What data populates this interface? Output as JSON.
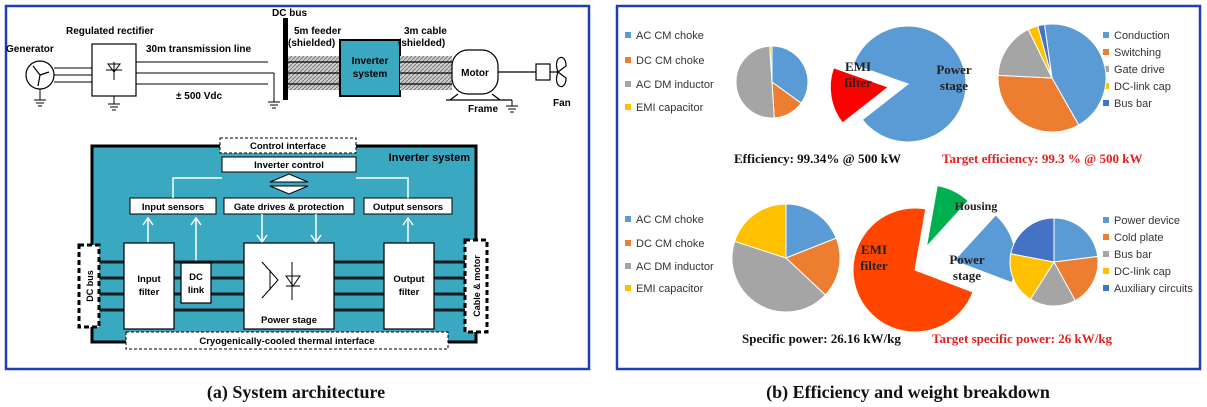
{
  "panel_a": {
    "caption": "(a) System architecture",
    "top": {
      "generator": "Generator",
      "rectifier": "Regulated rectifier",
      "transmission_line": "30m transmission line",
      "voltage": "± 500 Vdc",
      "dc_bus": "DC bus",
      "feeder_line1": "5m feeder",
      "feeder_line2": "(shielded)",
      "cable_line1": "3m cable",
      "cable_line2": "(shielded)",
      "inverter_line1": "Inverter",
      "inverter_line2": "system",
      "motor": "Motor",
      "frame": "Frame",
      "fan": "Fan"
    },
    "inverter": {
      "title": "Inverter system",
      "control_interface": "Control interface",
      "inverter_control": "Inverter control",
      "input_sensors": "Input sensors",
      "gate_drives": "Gate drives & protection",
      "output_sensors": "Output sensors",
      "input_filter_line1": "Input",
      "input_filter_line2": "filter",
      "dc_link_line1": "DC",
      "dc_link_line2": "link",
      "power_stage": "Power stage",
      "output_filter_line1": "Output",
      "output_filter_line2": "filter",
      "dc_bus_side": "DC bus",
      "cable_motor_side": "Cable & motor",
      "thermal_interface": "Cryogenically-cooled thermal interface"
    }
  },
  "panel_b": {
    "caption": "(b) Efficiency and weight breakdown",
    "colors": {
      "blue": "#5b9bd5",
      "orange": "#ed7d31",
      "gray": "#a5a5a5",
      "yellow": "#ffc000",
      "darkblue": "#4472c4",
      "red": "#ff0000",
      "green": "#00b050",
      "orange_red": "#ff4500"
    },
    "efficiency_text": "Efficiency: 99.34% @ 500 kW",
    "target_efficiency_text": "Target efficiency: 99.3 % @ 500 kW",
    "specific_power_text": "Specific power: 26.16 kW/kg",
    "target_specific_power_text": "Target specific power: 26 kW/kg",
    "emi_line1": "EMI",
    "emi_line2": "filter",
    "power_line1": "Power",
    "power_line2": "stage",
    "housing": "Housing"
  },
  "chart_data": [
    {
      "type": "pie",
      "name": "loss_emi_filter",
      "categories": [
        "AC CM choke",
        "DC CM choke",
        "AC DM inductor",
        "EMI capacitor"
      ],
      "values": [
        35,
        14,
        50,
        1
      ],
      "colors": [
        "#5b9bd5",
        "#ed7d31",
        "#a5a5a5",
        "#ffc000"
      ]
    },
    {
      "type": "pie",
      "name": "loss_total",
      "categories": [
        "EMI filter",
        "Power stage"
      ],
      "values": [
        16,
        84
      ],
      "colors": [
        "#ff0000",
        "#5b9bd5"
      ]
    },
    {
      "type": "pie",
      "name": "loss_power_stage",
      "categories": [
        "Conduction",
        "Switching",
        "Gate drive",
        "DC-link cap",
        "Bus bar"
      ],
      "values": [
        44,
        34,
        17,
        3,
        2
      ],
      "colors": [
        "#5b9bd5",
        "#ed7d31",
        "#a5a5a5",
        "#ffc000",
        "#4472c4"
      ]
    },
    {
      "type": "pie",
      "name": "weight_emi_filter",
      "categories": [
        "AC CM choke",
        "DC CM choke",
        "AC DM inductor",
        "EMI capacitor"
      ],
      "values": [
        19,
        18,
        43,
        20
      ],
      "colors": [
        "#5b9bd5",
        "#ed7d31",
        "#a5a5a5",
        "#ffc000"
      ]
    },
    {
      "type": "pie",
      "name": "weight_total",
      "categories": [
        "Housing",
        "Power stage",
        "EMI filter"
      ],
      "values": [
        9,
        19,
        72
      ],
      "colors": [
        "#00b050",
        "#5b9bd5",
        "#ff4500"
      ]
    },
    {
      "type": "pie",
      "name": "weight_power_stage",
      "categories": [
        "Power device",
        "Cold plate",
        "Bus bar",
        "DC-link cap",
        "Auxiliary circuits"
      ],
      "values": [
        23,
        19,
        17,
        19,
        22
      ],
      "colors": [
        "#5b9bd5",
        "#ed7d31",
        "#a5a5a5",
        "#ffc000",
        "#4472c4"
      ]
    }
  ]
}
